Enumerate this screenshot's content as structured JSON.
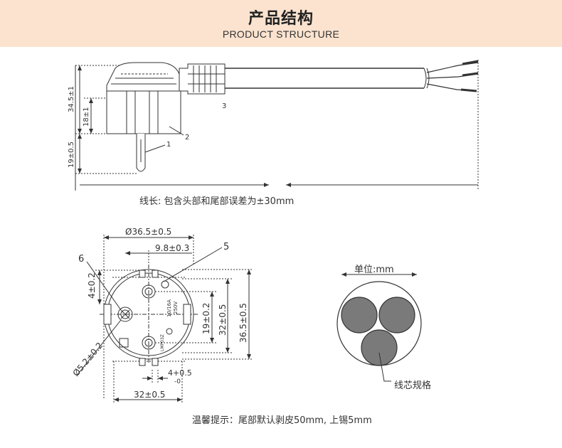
{
  "header": {
    "title_cn": "产品结构",
    "title_en": "PRODUCT STRUCTURE"
  },
  "side_view": {
    "dim_total_height": "34.5±1",
    "dim_body": "18±1",
    "dim_pin": "19±0.5",
    "callout_pin": "1",
    "callout_body": "2",
    "callout_cable": "3",
    "length_note": "线长: 包含头部和尾部误差为±30mm"
  },
  "front_view": {
    "dim_diameter": "Ø36.5±0.5",
    "dim_pin_offset": "9.8±0.3",
    "dim_height_outer": "36.5±0.5",
    "dim_height_inner": "32±0.5",
    "dim_pin_spacing": "19±0.2",
    "dim_top": "4±0.2",
    "dim_hole": "Ø5.2±0.2",
    "dim_bottom_tol_upper": "4+0.5",
    "dim_bottom_tol_lower": "-0",
    "dim_width": "32±0.5",
    "callout_5": "5",
    "callout_6": "6",
    "marking_rating": "10/16A",
    "marking_voltage": "250V",
    "marking_model": "LMP03Z"
  },
  "cross_section": {
    "unit_label": "单位:mm",
    "core_label": "线芯规格",
    "core_count": 3,
    "core_color": "#7a7a7a"
  },
  "footer": {
    "note": "温馨提示：尾部默认剥皮50mm, 上锡5mm"
  }
}
